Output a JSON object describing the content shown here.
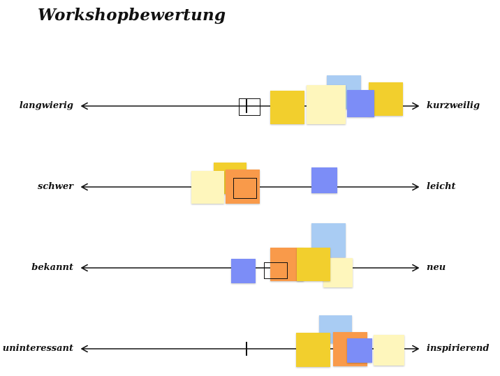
{
  "board": {
    "title": "Workshopbewertung",
    "colors": {
      "yellow": "#f2cf2d",
      "light_yellow": "#fef6bc",
      "light_blue": "#a9ccf3",
      "blue": "#7c8df7",
      "orange": "#f99a4a"
    },
    "rows": [
      {
        "left_label": "langwierig",
        "right_label": "kurzweilig"
      },
      {
        "left_label": "schwer",
        "right_label": "leicht"
      },
      {
        "left_label": "bekannt",
        "right_label": "neu"
      },
      {
        "left_label": "uninteressant",
        "right_label": "inspirierend"
      }
    ]
  }
}
